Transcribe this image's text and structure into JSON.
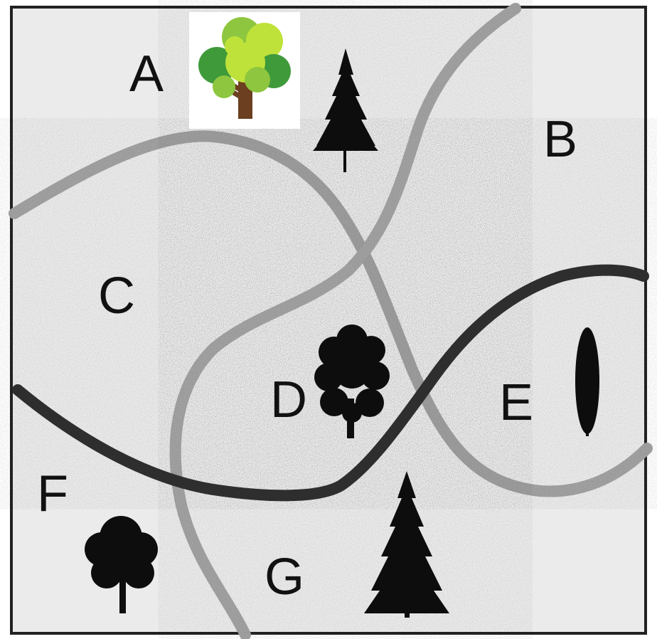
{
  "diagram": {
    "regions": [
      {
        "id": "A",
        "label": "A"
      },
      {
        "id": "B",
        "label": "B"
      },
      {
        "id": "C",
        "label": "C"
      },
      {
        "id": "D",
        "label": "D"
      },
      {
        "id": "E",
        "label": "E"
      },
      {
        "id": "F",
        "label": "F"
      },
      {
        "id": "G",
        "label": "G"
      }
    ],
    "boundaries": [
      {
        "name": "light-curve-a-to-e",
        "style": "light-textured-gray"
      },
      {
        "name": "light-curve-top-to-bottom",
        "style": "light-textured-gray"
      },
      {
        "name": "dark-curve-f-to-e",
        "style": "dark-solid"
      }
    ],
    "trees": [
      {
        "region": "A",
        "kind": "deciduous",
        "style": "color-sticker"
      },
      {
        "region": "A",
        "kind": "conifer",
        "style": "silhouette"
      },
      {
        "region": "D",
        "kind": "deciduous",
        "style": "silhouette"
      },
      {
        "region": "E",
        "kind": "columnar",
        "style": "silhouette"
      },
      {
        "region": "F",
        "kind": "deciduous",
        "style": "silhouette"
      },
      {
        "region": "G",
        "kind": "conifer",
        "style": "silhouette"
      }
    ],
    "colors": {
      "background": "#ebebeb",
      "border": "#222222",
      "light_boundary": "#a9a9a9",
      "dark_boundary": "#2e2e2e",
      "silhouette": "#0d0d0d",
      "foliage_light": "#bfe23a",
      "foliage_mid": "#8ec63f",
      "foliage_dark": "#3f9a3a",
      "trunk": "#6b3f1f"
    }
  }
}
